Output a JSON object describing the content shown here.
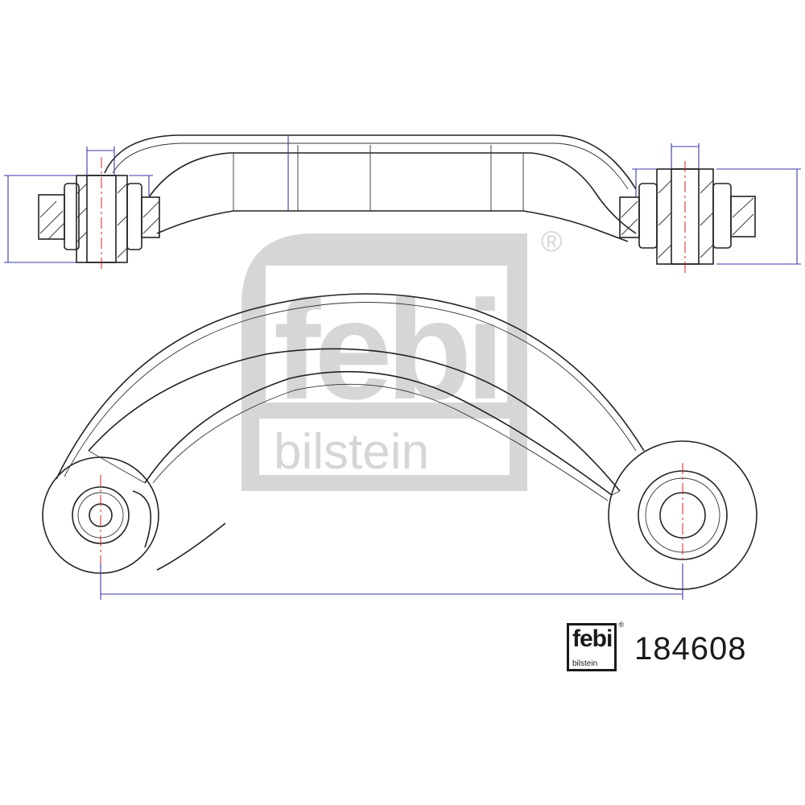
{
  "watermark": {
    "brand": "febi",
    "sub": "bilstein",
    "registered": "®"
  },
  "logo": {
    "brand": "febi",
    "sub": "bilstein",
    "registered": "®"
  },
  "part_number": "184608",
  "colors": {
    "outline": "#222222",
    "dimension": "#3a3aa8",
    "centerline": "#dd2222",
    "watermark": "#d6d6d6"
  }
}
